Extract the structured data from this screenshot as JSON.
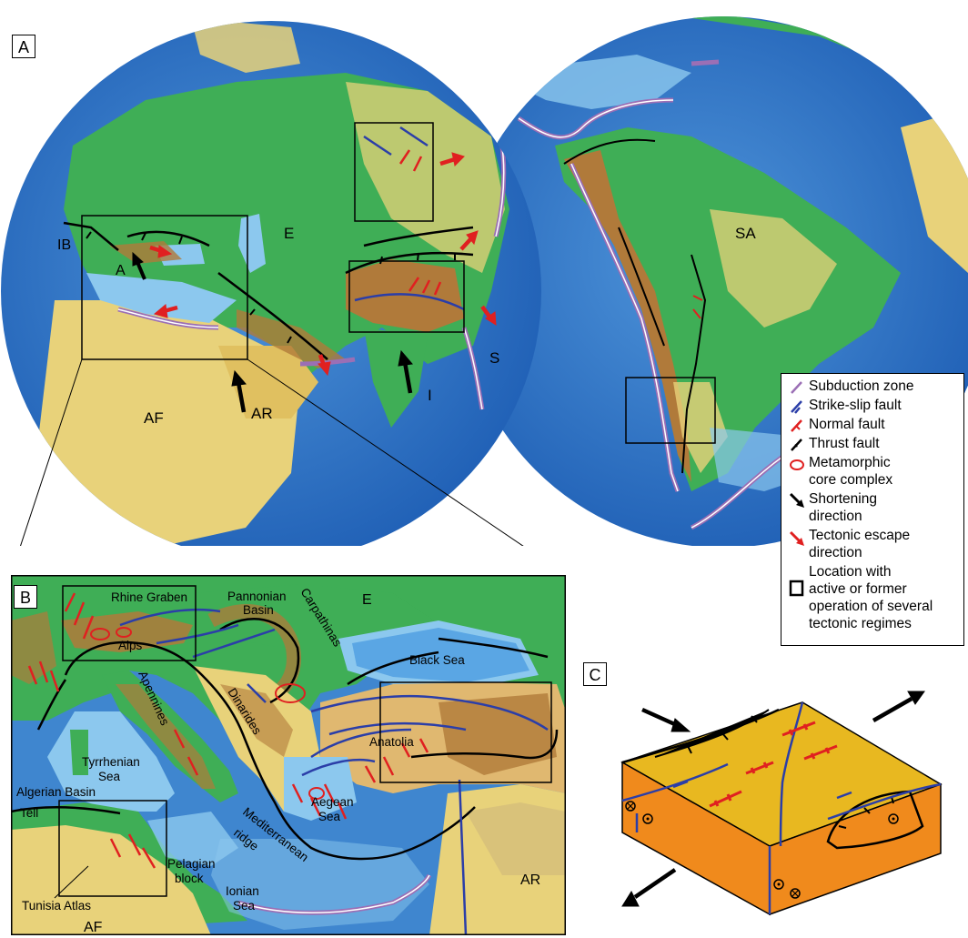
{
  "panels": {
    "a": "A",
    "b": "B",
    "c": "C"
  },
  "map_a_labels": {
    "ib": "IB",
    "a": "A",
    "e": "E",
    "af": "AF",
    "ar": "AR",
    "i": "I",
    "s": "S",
    "sa": "SA"
  },
  "map_b_labels": {
    "rhine_graben": "Rhine Graben",
    "alps": "Alps",
    "pannonian_basin_1": "Pannonian",
    "pannonian_basin_2": "Basin",
    "carpathians": "Carpathinas",
    "e": "E",
    "black_sea": "Black Sea",
    "apennines": "Apennines",
    "dinarides": "Dinarides",
    "anatolia": "Anatolia",
    "tyrrhenian_1": "Tyrrhenian",
    "tyrrhenian_2": "Sea",
    "algerian_basin": "Algerian Basin",
    "tell": "Tell",
    "aegean_1": "Aegean",
    "aegean_2": "Sea",
    "mediterranean_1": "Mediterranean",
    "mediterranean_2": "ridge",
    "pelagian_1": "Pelagian",
    "pelagian_2": "block",
    "ionian_1": "Ionian",
    "ionian_2": "Sea",
    "ar": "AR",
    "tunisia_atlas": "Tunisia Atlas",
    "af": "AF"
  },
  "legend": {
    "subduction": "Subduction zone",
    "strike_slip": "Strike-slip fault",
    "normal": "Normal fault",
    "thrust": "Thrust fault",
    "mcc_1": "Metamorphic",
    "mcc_2": "core complex",
    "shortening_1": "Shortening",
    "shortening_2": "direction",
    "escape_1": "Tectonic escape",
    "escape_2": " direction",
    "location_1": "Location with",
    "location_2": "active or former",
    "location_3": "operation of several",
    "location_4": "tectonic regimes"
  },
  "colors": {
    "ocean_deep": "#2a6fc4",
    "ocean_shallow": "#8cc8ee",
    "lowland": "#3fae56",
    "upland": "#e8d27a",
    "mountain": "#b07a3a",
    "subduction": "#9b6fb5",
    "strike_slip": "#2b3ea8",
    "normal": "#e02020",
    "thrust": "#000000",
    "block_top": "#e8b820",
    "block_side": "#f08a1c"
  }
}
